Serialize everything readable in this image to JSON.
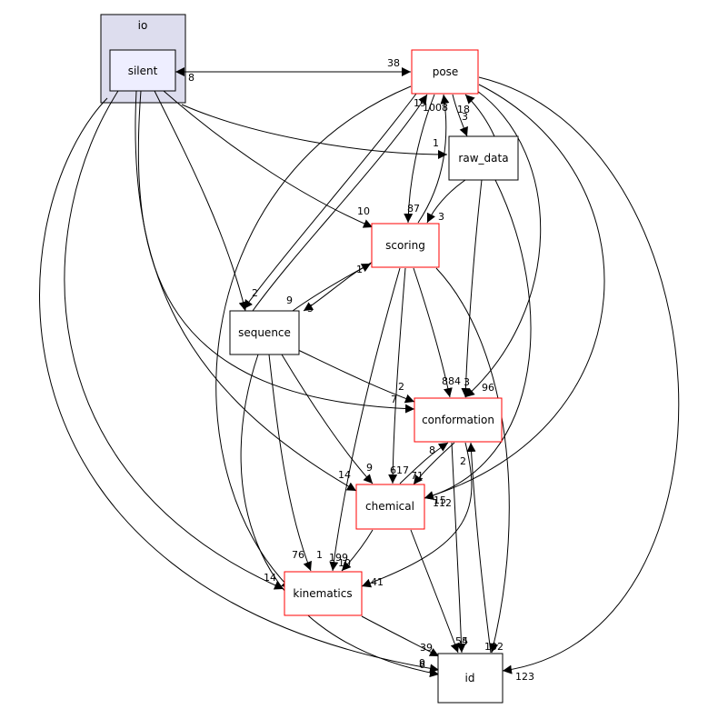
{
  "cluster": {
    "label": "io"
  },
  "nodes": {
    "silent": {
      "label": "silent"
    },
    "pose": {
      "label": "pose"
    },
    "raw_data": {
      "label": "raw_data"
    },
    "scoring": {
      "label": "scoring"
    },
    "sequence": {
      "label": "sequence"
    },
    "conformation": {
      "label": "conformation"
    },
    "chemical": {
      "label": "chemical"
    },
    "kinematics": {
      "label": "kinematics"
    },
    "id": {
      "label": "id"
    }
  },
  "edge_labels": {
    "silent_pose": "38",
    "pose_silent": "8",
    "silent_raw_data": "1",
    "silent_scoring": "10",
    "silent_sequence": "2",
    "silent_conformation": "7",
    "silent_kinematics": "14",
    "silent_id": "6",
    "pose_sequence": "9",
    "sequence_pose": "19",
    "pose_scoring": "87",
    "scoring_pose": "1008",
    "pose_raw_data": "3",
    "raw_data_pose": "18",
    "pose_conformation": "96",
    "pose_chemical": "112",
    "pose_kinematics": "76",
    "pose_id": "123",
    "raw_data_scoring": "3",
    "raw_data_conformation": "3",
    "raw_data_chemical": "15",
    "scoring_sequence": "5",
    "sequence_scoring": "1",
    "scoring_conformation": "884",
    "scoring_chemical": "617",
    "scoring_kinematics": "199",
    "scoring_id": "102",
    "sequence_conformation": "2",
    "sequence_chemical": "9",
    "sequence_kinematics": "1",
    "sequence_id": "9",
    "silent_chemical": "14",
    "conformation_chemical": "71",
    "chemical_conformation": "8",
    "conformation_kinematics": "41",
    "conformation_id": "54",
    "id_conformation": "2",
    "chemical_kinematics": "10",
    "chemical_id": "5",
    "kinematics_id": "39"
  },
  "colors": {
    "cluster_fill": "#ddddee",
    "highlight_fill": "#eeeeff",
    "red_border": "#ff0000",
    "black_border": "#000000"
  }
}
